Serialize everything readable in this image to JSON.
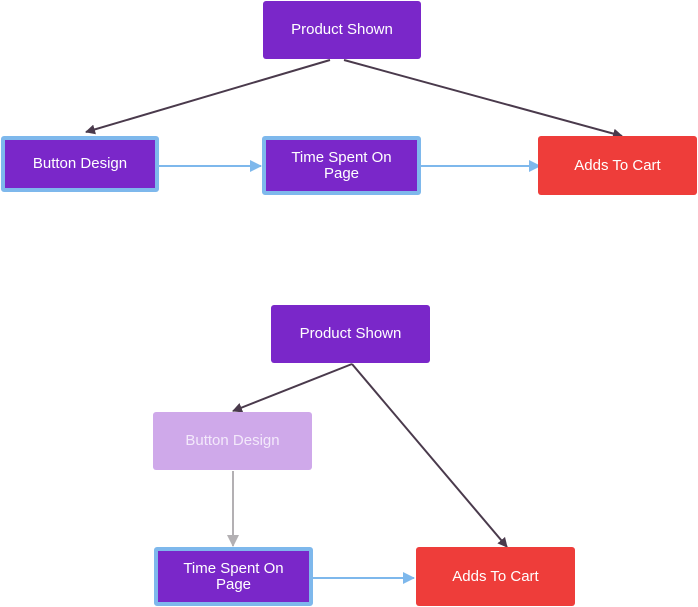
{
  "colors": {
    "node_purple": "#7a27c9",
    "node_red": "#ee3d3a",
    "node_faded": "#cfa9ea",
    "highlight_border": "#7eb8ec",
    "edge_dark": "#4a3a4c",
    "edge_blue": "#7eb8ec",
    "edge_grey": "#b3b0b3"
  },
  "top": {
    "product_shown": "Product Shown",
    "button_design": "Button Design",
    "time_spent": "Time Spent On Page",
    "adds_to_cart": "Adds To Cart"
  },
  "bottom": {
    "product_shown": "Product Shown",
    "button_design": "Button Design",
    "time_spent": "Time Spent On Page",
    "adds_to_cart": "Adds To Cart"
  }
}
